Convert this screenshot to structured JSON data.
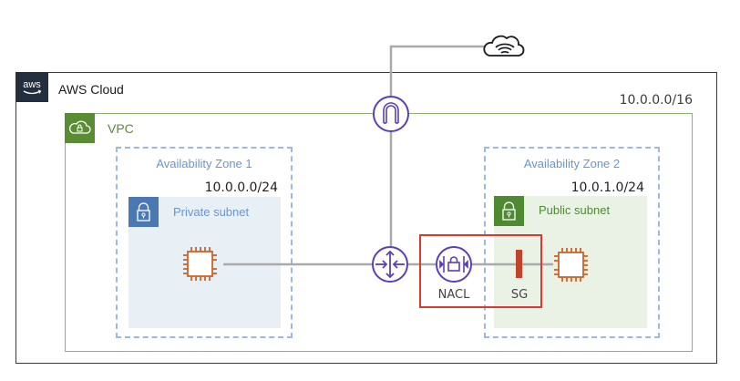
{
  "diagram": {
    "cloud": {
      "label": "AWS Cloud",
      "logo_text": "aws",
      "cidr": "10.0.0.0/16"
    },
    "vpc": {
      "label": "VPC",
      "icon": "vpc-cloud-lock-icon"
    },
    "availability_zones": [
      {
        "label": "Availability Zone 1",
        "cidr": "10.0.0.0/24",
        "subnet": {
          "label": "Private subnet",
          "type": "private",
          "icon": "lock-icon"
        },
        "instance": "ec2-instance-icon"
      },
      {
        "label": "Availability Zone 2",
        "cidr": "10.0.1.0/24",
        "subnet": {
          "label": "Public subnet",
          "type": "public",
          "icon": "lock-icon"
        },
        "instance": "ec2-instance-icon"
      }
    ],
    "components": {
      "internet": "internet-cloud-icon",
      "internet_gateway": "internet-gateway-icon",
      "router": "router-icon",
      "nacl": {
        "label": "NACL",
        "icon": "nacl-icon"
      },
      "security_group": {
        "label": "SG",
        "icon": "security-group-bar"
      }
    },
    "colors": {
      "aws_dark": "#232f3e",
      "vpc_green": "#5a8c33",
      "az_blue": "#6b95cf",
      "private_subnet_bg": "#e9f0f5",
      "public_subnet_bg": "#eaf2e6",
      "service_purple": "#5a3fb5",
      "ec2_orange": "#c8652c",
      "highlight_red": "#d9392f",
      "connector_gray": "#aaaaaa"
    }
  }
}
